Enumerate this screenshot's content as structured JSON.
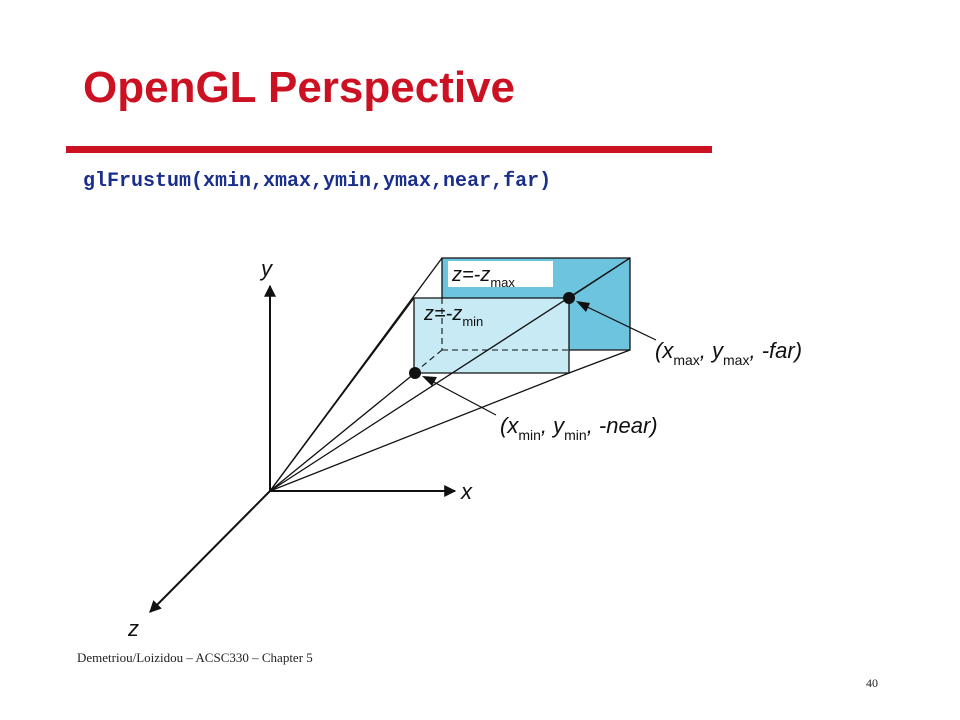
{
  "slide": {
    "title": "OpenGL Perspective",
    "code": "glFrustum(xmin,xmax,ymin,ymax,near,far)",
    "footer": "Demetriou/Loizidou – ACSC330 – Chapter 5",
    "page_number": "40"
  },
  "diagram": {
    "axis_labels": {
      "x": "x",
      "y": "y",
      "z": "z"
    },
    "far_plane": {
      "label_main": "z=-z",
      "label_sub": "max"
    },
    "near_plane": {
      "label_main": "z=-z",
      "label_sub": "min"
    },
    "far_point": {
      "open": "(x",
      "sub1": "max",
      "mid": ", y",
      "sub2": "max",
      "tail": ", -far)"
    },
    "near_point": {
      "open": "(x",
      "sub1": "min",
      "mid": ", y",
      "sub2": "min",
      "tail": ", -near)"
    },
    "colors": {
      "far_face": "#6cc4df",
      "near_face": "#c8eaf5",
      "title": "#cc1122",
      "code": "#1a2f8c"
    }
  }
}
